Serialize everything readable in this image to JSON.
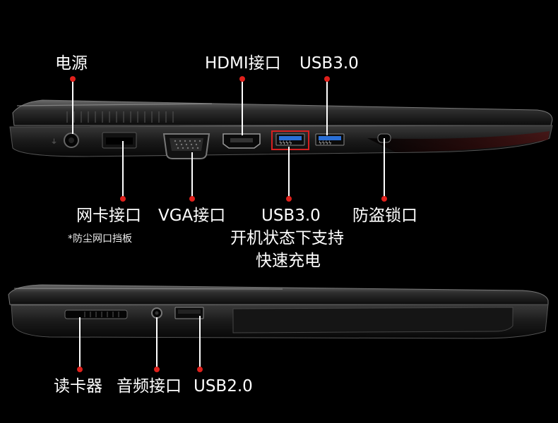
{
  "top_view": {
    "labels": {
      "power": "电源",
      "hdmi": "HDMI接口",
      "usb30_top": "USB3.0",
      "lan": "网卡接口",
      "lan_note": "*防尘网口挡板",
      "vga": "VGA接口",
      "usb30_charge": "USB3.0",
      "usb30_charge_line2": "开机状态下支持",
      "usb30_charge_line3": "快速充电",
      "lock": "防盗锁口"
    }
  },
  "bottom_view": {
    "labels": {
      "card_reader": "读卡器",
      "audio": "音频接口",
      "usb20": "USB2.0"
    }
  },
  "colors": {
    "background": "#000000",
    "pointer_dot": "#e0201b",
    "highlight_box": "#d62020",
    "usb3_blue": "#2a6fd6"
  }
}
